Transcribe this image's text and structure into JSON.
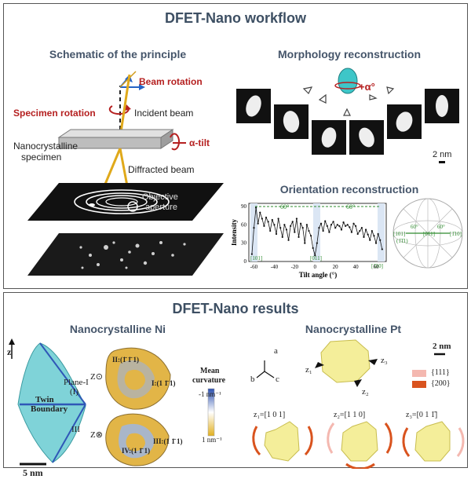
{
  "top": {
    "title": "DFET-Nano workflow",
    "principle": {
      "title": "Schematic of the principle",
      "beam_rotation": "Beam rotation",
      "specimen_rotation": "Specimen rotation",
      "incident_beam": "Incident beam",
      "alpha_tilt": "α-tilt",
      "specimen_line1": "Nanocrystalline",
      "specimen_line2": "specimen",
      "diffracted_beam": "Diffracted beam",
      "objective_line1": "Objective",
      "objective_line2": "aperture"
    },
    "morphology": {
      "title": "Morphology reconstruction",
      "angle": "+α°",
      "scale": "2 nm"
    },
    "orientation": {
      "title": "Orientation reconstruction",
      "ylabel": "Intensity",
      "xlabel": "Tilt angle (°)",
      "span1": "60°",
      "span2": "60°",
      "marks": [
        "[101]",
        "[011]",
        "[1̄10]"
      ],
      "stereo_labels": [
        "[101]",
        "[011]",
        "[1̄10]",
        "(1̄1̄1)",
        "60°",
        "60°"
      ]
    }
  },
  "bottom": {
    "title": "DFET-Nano results",
    "ni": {
      "title": "Nanocrystalline Ni",
      "z": "z",
      "plane1": "Plane-I",
      "plane1b": "(I)",
      "twin1": "Twin",
      "twin2": "Boundary",
      "iii": "III",
      "scale": "5 nm",
      "top_label_ii": "II:(1̄ 1̄ 1)",
      "top_label_i": "I:(1 1̄ 1)",
      "bot_label_iii": "III:(1 1̄ 1)",
      "bot_label_iv": "IV:(1 1̄ 1)",
      "zdot": "Z⊙",
      "zcross": "Z⊗",
      "curv_title1": "Mean",
      "curv_title2": "curvature",
      "curv_max": "-1 nm⁻¹",
      "curv_min": "1 nm⁻¹"
    },
    "pt": {
      "title": "Nanocrystalline Pt",
      "scale": "2 nm",
      "legend": [
        "{111}",
        "{200}"
      ],
      "legend_colors": [
        "#f4b8b0",
        "#d9531e"
      ],
      "axes": [
        "a",
        "b",
        "c"
      ],
      "zlabels": [
        "z₁",
        "z₂",
        "z₃"
      ],
      "views": [
        "z₁=[1 0 1]",
        "z₂=[1 1 0]",
        "z₃=[0 1 1̄]"
      ]
    }
  },
  "chart_data": {
    "type": "line",
    "xlabel": "Tilt angle (°)",
    "ylabel": "Intensity",
    "xlim": [
      -65,
      70
    ],
    "ylim": [
      0,
      95
    ],
    "xticks": [
      -60,
      -40,
      -20,
      0,
      20,
      40,
      60
    ],
    "yticks": [
      0,
      30,
      60,
      90
    ],
    "x": [
      -62,
      -60,
      -58,
      -56,
      -54,
      -52,
      -50,
      -48,
      -46,
      -44,
      -42,
      -40,
      -38,
      -36,
      -34,
      -32,
      -30,
      -28,
      -26,
      -24,
      -22,
      -20,
      -18,
      -16,
      -14,
      -12,
      -10,
      -8,
      -6,
      -4,
      -2,
      0,
      2,
      4,
      6,
      8,
      10,
      12,
      14,
      16,
      18,
      20,
      22,
      24,
      26,
      28,
      30,
      32,
      34,
      36,
      38,
      40,
      42,
      44,
      46,
      48,
      50,
      52,
      54,
      56,
      58,
      60,
      62,
      64,
      66
    ],
    "values": [
      12,
      55,
      88,
      62,
      80,
      70,
      58,
      72,
      65,
      50,
      68,
      60,
      45,
      70,
      55,
      40,
      60,
      52,
      35,
      58,
      65,
      48,
      70,
      40,
      62,
      55,
      30,
      60,
      50,
      42,
      22,
      10,
      30,
      55,
      62,
      50,
      66,
      58,
      48,
      60,
      65,
      55,
      60,
      58,
      52,
      64,
      58,
      60,
      56,
      48,
      62,
      58,
      45,
      50,
      55,
      40,
      52,
      44,
      35,
      50,
      42,
      30,
      45,
      35,
      20
    ]
  }
}
